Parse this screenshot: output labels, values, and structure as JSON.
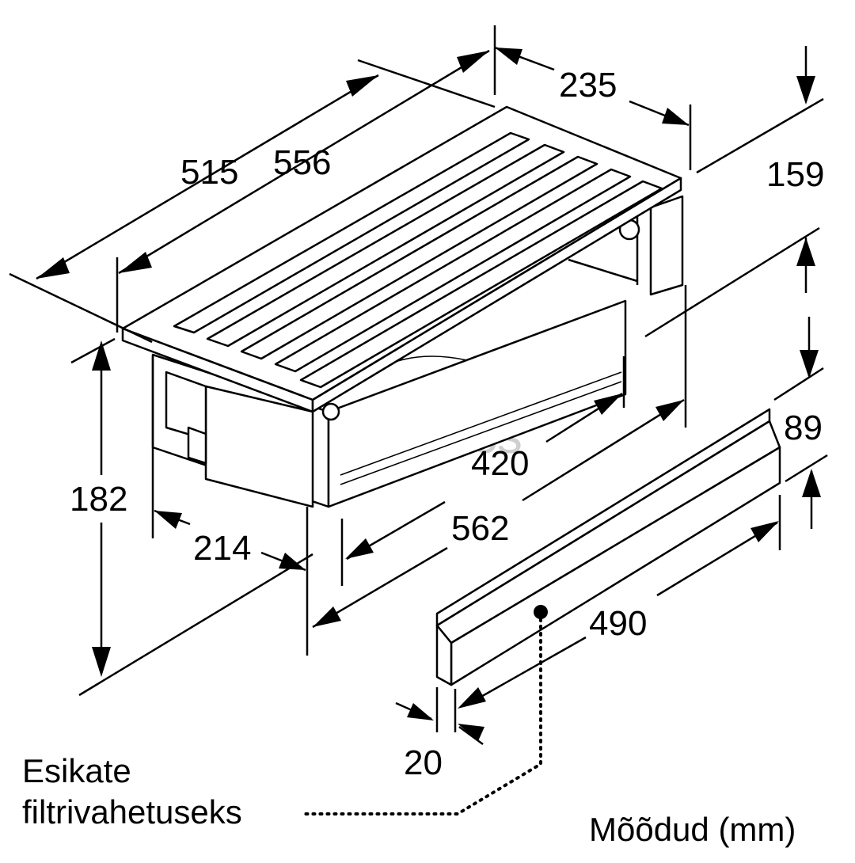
{
  "diagram": {
    "dimensions": {
      "d235": "235",
      "d159": "159",
      "d515": "515",
      "d556": "556",
      "d182": "182",
      "d214": "214",
      "d420": "420",
      "d562": "562",
      "d89": "89",
      "d490": "490",
      "d20": "20"
    },
    "callout": {
      "line1": "Esikate",
      "line2": "filtrivahetuseks"
    },
    "units_note": "Mõõdud (mm)",
    "watermark": "euronics",
    "colors": {
      "line": "#000000",
      "background": "#ffffff",
      "watermark": "#cfcfcf"
    }
  }
}
